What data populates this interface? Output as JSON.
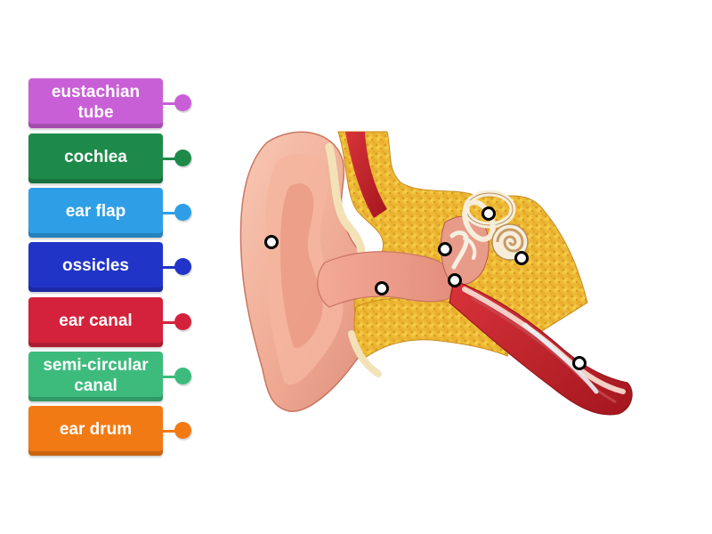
{
  "labels": [
    {
      "text": "eustachian tube",
      "color": "#c95fd6"
    },
    {
      "text": "cochlea",
      "color": "#1e8a4a"
    },
    {
      "text": "ear flap",
      "color": "#2e9fe6"
    },
    {
      "text": "ossicles",
      "color": "#2134c8"
    },
    {
      "text": "ear canal",
      "color": "#d4223c"
    },
    {
      "text": "semi-circular canal",
      "color": "#3dbb7d"
    },
    {
      "text": "ear drum",
      "color": "#f27a14"
    }
  ],
  "diagram": {
    "icon": "human-ear-cross-section",
    "target_count": 7
  }
}
